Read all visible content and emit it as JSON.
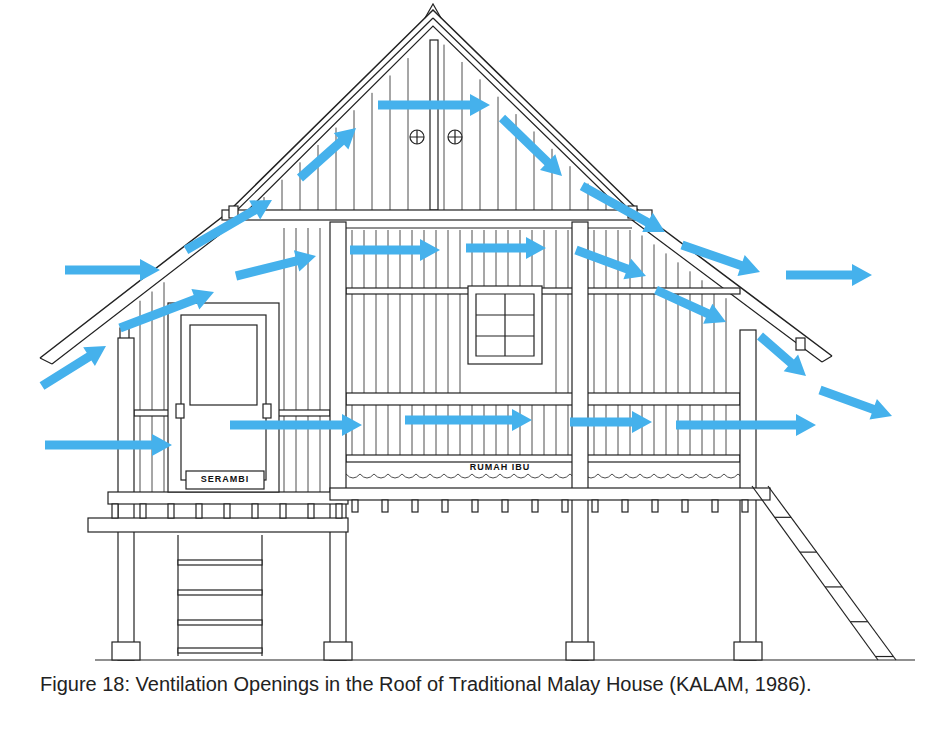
{
  "diagram": {
    "caption": "Figure 18: Ventilation Openings in the Roof of Traditional Malay House (KALAM, 1986).",
    "labels": [
      "SERAMBI",
      "RUMAH IBU"
    ]
  }
}
